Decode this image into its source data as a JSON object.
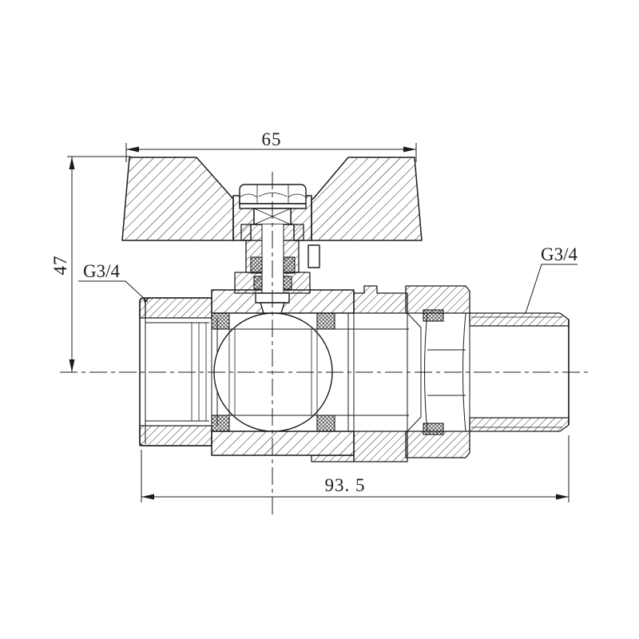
{
  "drawing": {
    "type": "technical-section-drawing",
    "subject": "ball valve with butterfly handle, female x male union connection",
    "background_color": "#ffffff",
    "line_color": "#1c1c1c",
    "dimensions": {
      "handle_width": "65",
      "height_to_axis": "47",
      "overall_length": "93. 5"
    },
    "port_labels": {
      "left_thread": "G3/4",
      "right_thread": "G3/4"
    }
  }
}
